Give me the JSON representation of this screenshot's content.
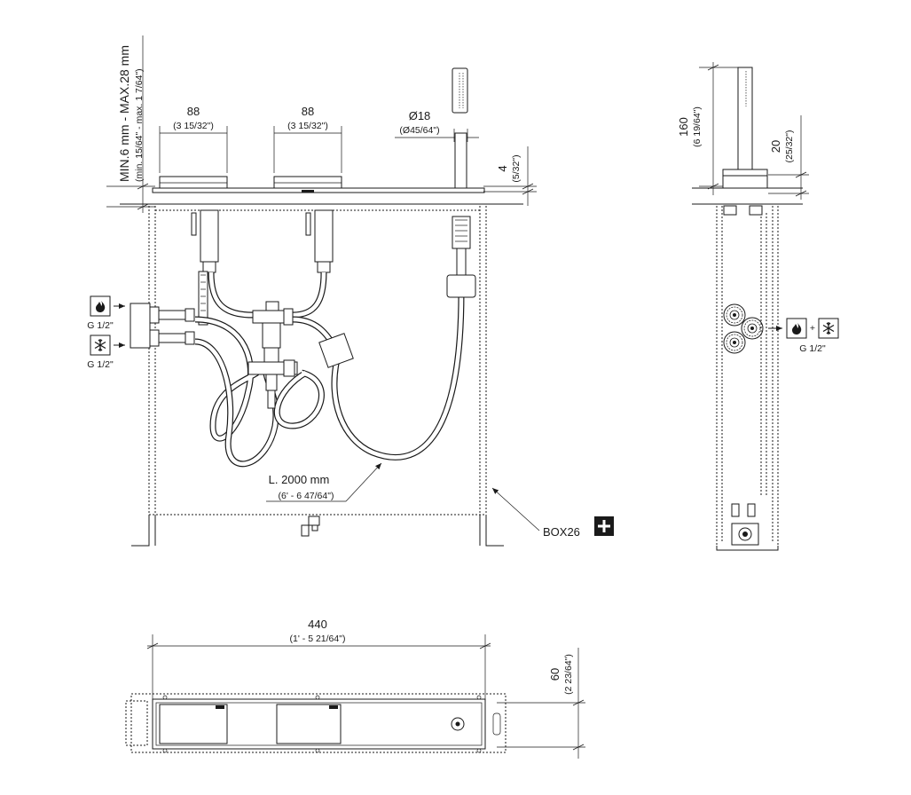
{
  "front_view": {
    "depth_range": "MIN.6 mm - MAX.28 mm",
    "depth_range_imperial": "(min. 15/64\" - max. 1 7/64\")",
    "handle_width_1": "88",
    "handle_width_1_imperial": "(3 15/32\")",
    "handle_width_2": "88",
    "handle_width_2_imperial": "(3 15/32\")",
    "shower_diameter": "Ø18",
    "shower_diameter_imperial": "(Ø45/64\")",
    "plate_thickness": "4",
    "plate_thickness_imperial": "(5/32\")",
    "hot_inlet_label": "G 1/2\"",
    "cold_inlet_label": "G 1/2\"",
    "hose_length": "L. 2000 mm",
    "hose_length_imperial": "(6' - 6 47/64\")",
    "box_label": "BOX26"
  },
  "side_view": {
    "height": "160",
    "height_imperial": "(6 19/64\")",
    "base_height": "20",
    "base_height_imperial": "(25/32\")",
    "inlet_label": "G 1/2\"",
    "plus_sign": "+"
  },
  "top_view": {
    "width": "440",
    "width_imperial": "(1' - 5 21/64\")",
    "depth": "60",
    "depth_imperial": "(2 23/64\")"
  },
  "icons": [
    "flame-icon",
    "snowflake-icon",
    "arrow-right-icon",
    "plus-box-icon"
  ]
}
